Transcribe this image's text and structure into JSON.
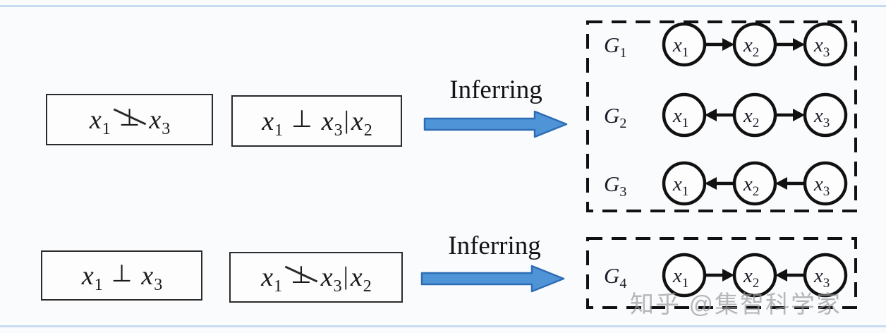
{
  "watermark": {
    "text": "知乎 @集智科学家"
  },
  "colors": {
    "arrow_fill": "#4f94d6",
    "arrow_stroke": "#2e6db4",
    "accent_line": "#9fc3e8",
    "ink": "#111111"
  },
  "panels": {
    "top": {
      "inferring_label": "Inferring"
    },
    "bottom": {
      "inferring_label": "Inferring"
    }
  },
  "boxes": {
    "top_a": {
      "v1": "x",
      "s1": "1",
      "op": "⊥",
      "negated": true,
      "v2": "x",
      "s2": "3"
    },
    "top_b": {
      "v1": "x",
      "s1": "1",
      "op": "⊥",
      "negated": false,
      "v2": "x",
      "s2": "3",
      "bar": "|",
      "v3": "x",
      "s3": "2"
    },
    "bottom_a": {
      "v1": "x",
      "s1": "1",
      "op": "⊥",
      "negated": false,
      "v2": "x",
      "s2": "3"
    },
    "bottom_b": {
      "v1": "x",
      "s1": "1",
      "op": "⊥",
      "negated": true,
      "v2": "x",
      "s2": "3",
      "bar": "|",
      "v3": "x",
      "s3": "2"
    }
  },
  "graphs": [
    {
      "name": "G",
      "sub": "1",
      "nodes": [
        {
          "v": "x",
          "sub": "1"
        },
        {
          "v": "x",
          "sub": "2"
        },
        {
          "v": "x",
          "sub": "3"
        }
      ],
      "edges": [
        "right",
        "right"
      ]
    },
    {
      "name": "G",
      "sub": "2",
      "nodes": [
        {
          "v": "x",
          "sub": "1"
        },
        {
          "v": "x",
          "sub": "2"
        },
        {
          "v": "x",
          "sub": "3"
        }
      ],
      "edges": [
        "left",
        "right"
      ]
    },
    {
      "name": "G",
      "sub": "3",
      "nodes": [
        {
          "v": "x",
          "sub": "1"
        },
        {
          "v": "x",
          "sub": "2"
        },
        {
          "v": "x",
          "sub": "3"
        }
      ],
      "edges": [
        "left",
        "left"
      ]
    },
    {
      "name": "G",
      "sub": "4",
      "nodes": [
        {
          "v": "x",
          "sub": "1"
        },
        {
          "v": "x",
          "sub": "2"
        },
        {
          "v": "x",
          "sub": "3"
        }
      ],
      "edges": [
        "right",
        "left"
      ]
    }
  ]
}
